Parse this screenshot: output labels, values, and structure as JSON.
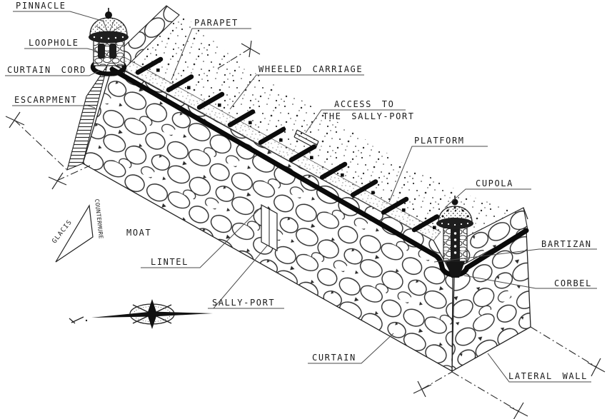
{
  "diagram": {
    "type": "isometric-technical-drawing",
    "subject": "Fortification curtain wall terminology",
    "ink_color": "#1a1a1a",
    "paper_color": "#ffffff",
    "labels": {
      "pinnacle": "PINNACLE",
      "loophole": "LOOPHOLE",
      "curtain_cord": "CURTAIN CORD",
      "escarpment": "ESCARPMENT",
      "parapet": "PARAPET",
      "wheeled_carriage": "WHEELED CARRIAGE",
      "access_line1": "ACCESS TO",
      "access_line2": "THE SALLY-PORT",
      "platform": "PLATFORM",
      "cupola": "CUPOLA",
      "bartizan": "BARTIZAN",
      "corbel": "CORBEL",
      "lateral_wall": "LATERAL WALL",
      "curtain": "CURTAIN",
      "sally_port": "SALLY-PORT",
      "lintel": "LINTEL",
      "moat": "MOAT",
      "glacis": "GLACIS",
      "countermure": "COUNTERMURE"
    }
  }
}
